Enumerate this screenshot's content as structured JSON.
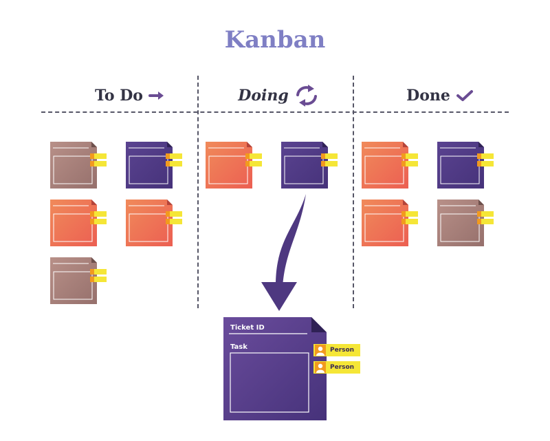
{
  "title": "Kanban",
  "columns": [
    {
      "label": "To Do",
      "italic": false,
      "icon": "arrow-right-icon"
    },
    {
      "label": "Doing",
      "italic": true,
      "icon": "cycle-arrows-icon"
    },
    {
      "label": "Done",
      "italic": false,
      "icon": "checkmark-icon"
    }
  ],
  "colors": {
    "title": "#7f7fc4",
    "icon": "#6a4c93",
    "mauve": "#a87f7a",
    "purple": "#4e3880",
    "orange": "#ef6b53",
    "tag_yellow": "#f5e637",
    "tag_orange": "#f29a1e"
  },
  "board": {
    "todo": [
      "mauve",
      "purple",
      "orange",
      "orange",
      "mauve"
    ],
    "doing": [
      "orange",
      "purple"
    ],
    "done": [
      "orange",
      "purple",
      "orange",
      "mauve"
    ]
  },
  "detail_card": {
    "ticket_label": "Ticket ID",
    "task_label": "Task",
    "persons": [
      "Person",
      "Person"
    ]
  }
}
